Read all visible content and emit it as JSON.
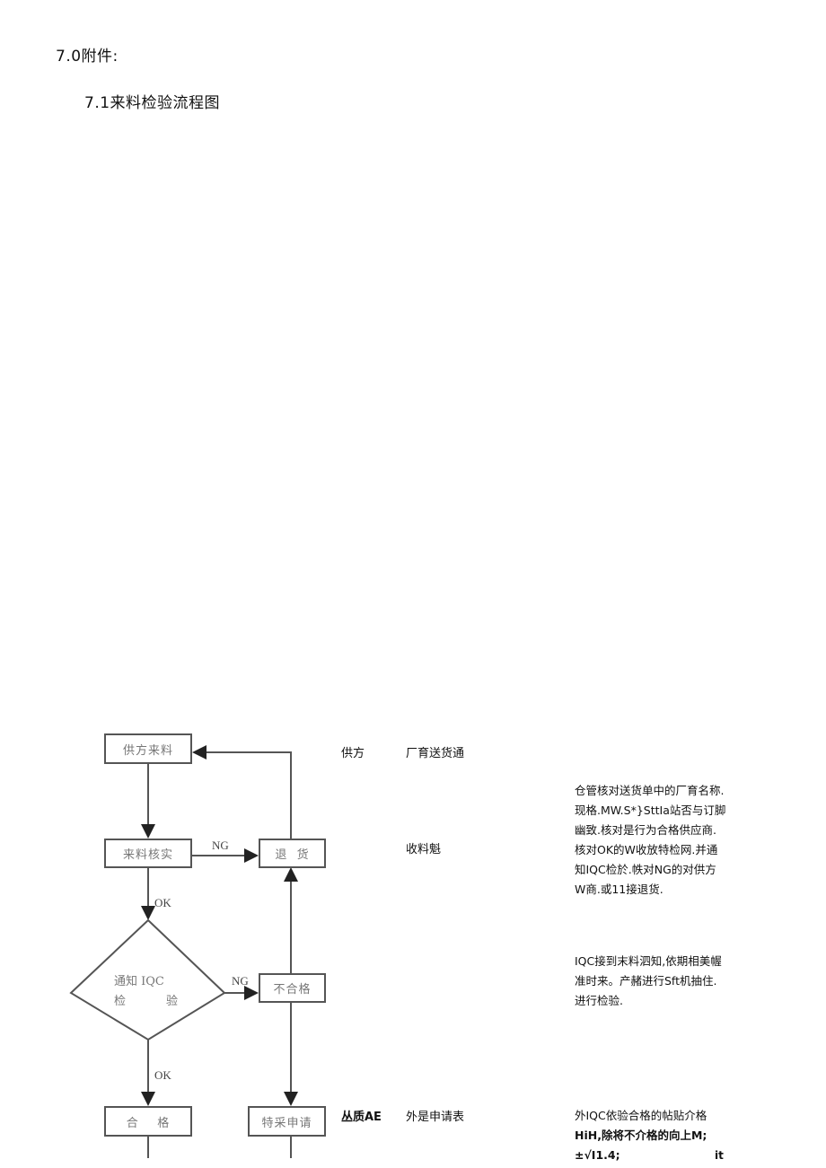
{
  "headings": {
    "section": "7.0附件:",
    "subsection": "7.1来料检验流程图"
  },
  "flowchart": {
    "nodes": {
      "supplier_material": "供方来料",
      "material_verify": "来料核实",
      "return_goods": "退  货",
      "notify_iqc_line1": "通知 IQC",
      "notify_iqc_line2_a": "检",
      "notify_iqc_line2_b": "验",
      "nonconforming": "不合格",
      "pass": "合    格",
      "special_request": "特采申请"
    },
    "edge_labels": {
      "verify_ng": "NG",
      "verify_ok": "OK",
      "iqc_ng": "NG",
      "iqc_ok": "OK"
    }
  },
  "columns": {
    "row1": {
      "responsible": "供方",
      "document": "厂育送货通"
    },
    "row2": {
      "responsible": "",
      "document": "收料魁"
    },
    "row4": {
      "responsible": "丛质AE",
      "document": "外是申请表"
    }
  },
  "descriptions": {
    "row2": [
      "仓管核对送货单中的厂育名称.",
      "现格.MW.S*}SttIa站否与订脚",
      "幽致.核对是行为合格供应商.",
      "核对OK的W收放特检网.并通",
      "知IQC检於.帙对NG的对供方",
      "W商.或11接退货."
    ],
    "row3": [
      "IQC接到末料泗知,依期相美幄",
      "准时来。产赭进行Sft机抽住.",
      "进行检验."
    ],
    "row4": [
      "外IQC依验合格的帖贴介格",
      "HiH,除将不介格的向上M;",
      "±√I1.4;"
    ],
    "row4_trailing": "it"
  }
}
